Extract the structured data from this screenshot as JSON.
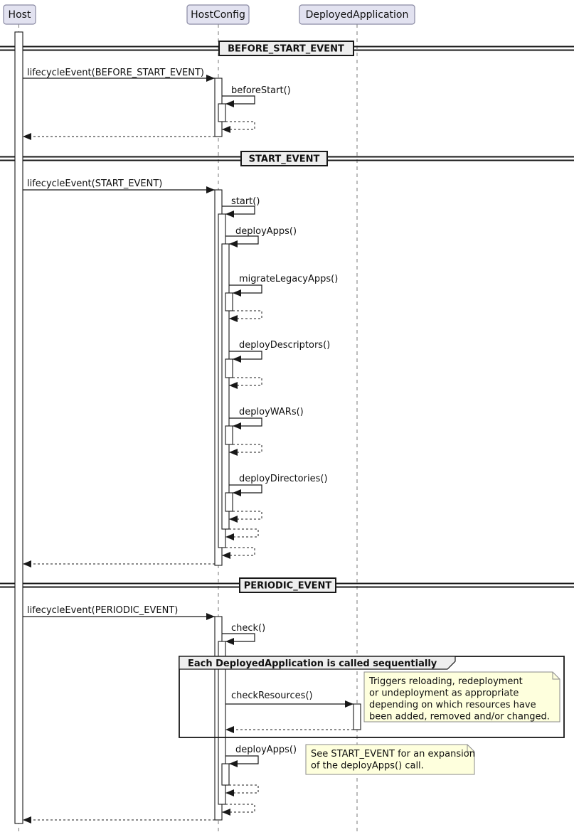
{
  "diagram": {
    "participants": [
      {
        "name": "Host"
      },
      {
        "name": "HostConfig"
      },
      {
        "name": "DeployedApplication"
      }
    ],
    "dividers": [
      {
        "label": "BEFORE_START_EVENT"
      },
      {
        "label": "START_EVENT"
      },
      {
        "label": "PERIODIC_EVENT"
      }
    ],
    "messages": {
      "before_start": {
        "lifecycle": "lifecycleEvent(BEFORE_START_EVENT)",
        "before_start_call": "beforeStart()"
      },
      "start": {
        "lifecycle": "lifecycleEvent(START_EVENT)",
        "start_call": "start()",
        "deploy_apps": "deployApps()",
        "migrate_legacy_apps": "migrateLegacyApps()",
        "deploy_descriptors": "deployDescriptors()",
        "deploy_wars": "deployWARs()",
        "deploy_directories": "deployDirectories()"
      },
      "periodic": {
        "lifecycle": "lifecycleEvent(PERIODIC_EVENT)",
        "check_call": "check()",
        "check_resources": "checkResources()",
        "deploy_apps": "deployApps()"
      }
    },
    "group": {
      "title": "Each DeployedApplication is called sequentially"
    },
    "notes": [
      {
        "lines": [
          "Triggers reloading, redeployment",
          "or undeployment as appropriate",
          "depending on which resources have",
          "been added, removed and/or changed."
        ]
      },
      {
        "lines": [
          "See START_EVENT for an expansion",
          "of the deployApps() call."
        ]
      }
    ],
    "colors": {
      "participant_fill": "#E2E2F0",
      "divider_fill": "#EEEEEE",
      "note_fill": "#FEFFDD",
      "line": "#181818",
      "lifeline": "#777777"
    }
  }
}
